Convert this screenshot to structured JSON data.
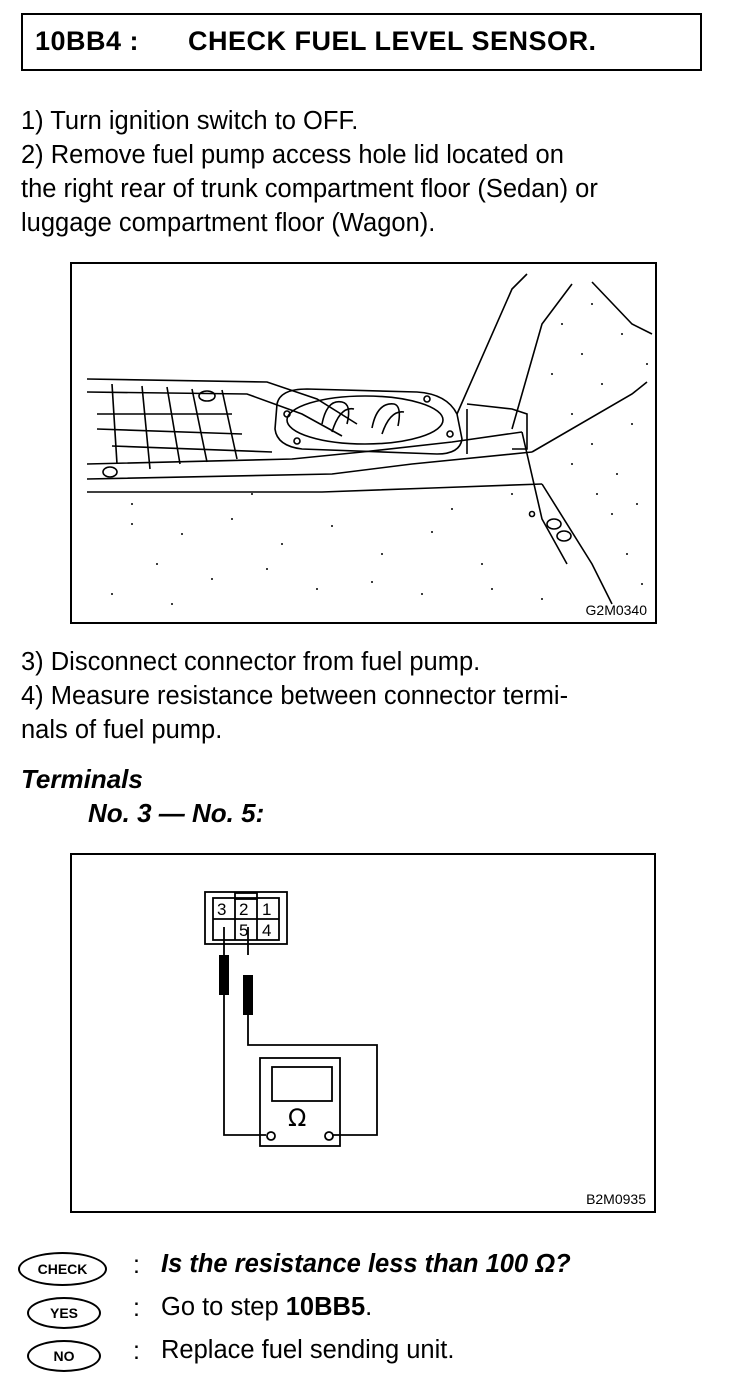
{
  "header": {
    "step": "10BB4 :",
    "title": "CHECK FUEL LEVEL SENSOR."
  },
  "steps_a": [
    "1)  Turn ignition switch to OFF.",
    "2)  Remove fuel pump access hole lid located on",
    "the right rear of trunk compartment floor (Sedan) or",
    "luggage compartment floor (Wagon)."
  ],
  "figure1": {
    "code": "G2M0340"
  },
  "steps_b": [
    "3)  Disconnect connector from fuel pump.",
    "4)  Measure resistance between connector termi-",
    "nals of fuel pump."
  ],
  "terminals": {
    "heading": "Terminals",
    "value": "No. 3 — No. 5:"
  },
  "figure2": {
    "code": "B2M0935",
    "connector_pins": [
      "3",
      "2",
      "1",
      "",
      "5",
      "4"
    ],
    "meter_symbol": "Ω"
  },
  "results": {
    "check": {
      "badge": "CHECK",
      "colon": ":",
      "text": "Is the resistance less than 100 Ω?"
    },
    "yes": {
      "badge": "YES",
      "colon": ":",
      "text_prefix": "Go to step ",
      "step": "10BB5",
      "text_suffix": "."
    },
    "no": {
      "badge": "NO",
      "colon": ":",
      "text": "Replace fuel sending unit."
    }
  }
}
